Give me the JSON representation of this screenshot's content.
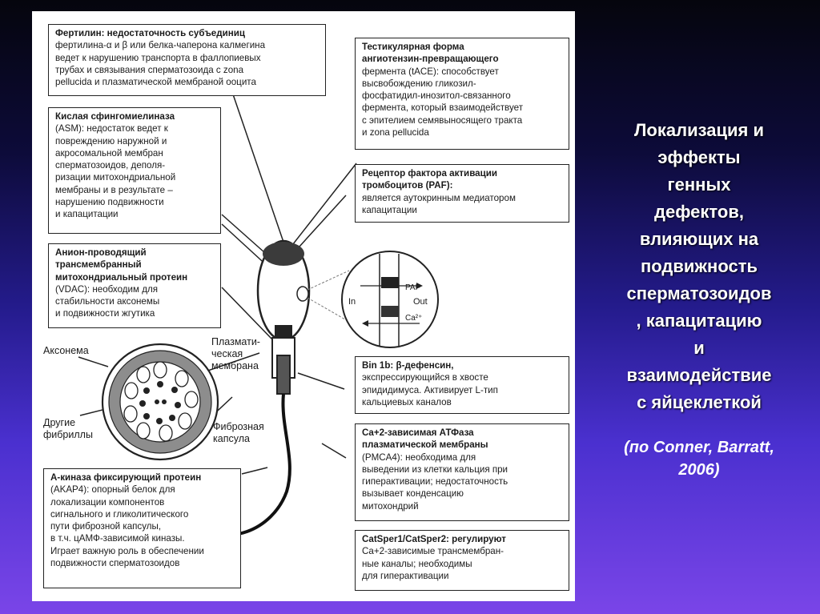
{
  "diagram": {
    "boxes": {
      "fertilin": {
        "title": "Фертилин:",
        "lines": [
          "Фертилин: недостаточность субъединиц",
          "фертилина-α и β или белка-чаперона калмегина",
          "ведет к нарушению транспорта в фаллопиевых",
          "трубах и связывания сперматозоида с zona",
          "pellucida и плазматической мембраной ооцита"
        ]
      },
      "asm": {
        "title": "Кислая сфингомиелиназа",
        "lines": [
          "Кислая сфингомиелиназа",
          "(ASM): недостаток ведет к",
          "повреждению наружной и",
          "акросомальной мембран",
          "сперматозоидов, деполя-",
          "ризации митохондриальной",
          "мембраны и в результате –",
          "нарушению подвижности",
          "и капацитации"
        ]
      },
      "vdac": {
        "title": "Анион-проводящий",
        "lines": [
          "Анион-проводящий",
          "трансмембранный",
          "митохондриальный протеин",
          "(VDAC): необходим для",
          "стабильности аксонемы",
          "и подвижности жгутика"
        ]
      },
      "akap4": {
        "title": "А-киназа фиксирующий протеин",
        "lines": [
          "А-киназа фиксирующий протеин",
          "(AKAP4): опорный белок для",
          "локализации компонентов",
          "сигнального и гликолитического",
          "пути фиброзной капсулы,",
          "в т.ч. цАМФ-зависимой киназы.",
          "Играет важную роль в обеспечении",
          "подвижности сперматозоидов"
        ]
      },
      "tace": {
        "title": "Тестикулярная форма",
        "lines": [
          "Тестикулярная форма",
          "ангиотензин-превращающего",
          "фермента (tACE): способствует",
          "высвобождению гликозил-",
          "фосфатидил-инозитол-связанного",
          "фермента, который взаимодействует",
          "с эпителием семявыносящего тракта",
          "и zona pellucida"
        ]
      },
      "paf": {
        "title": "Рецептор фактора активации",
        "lines": [
          "Рецептор фактора активации",
          "тромбоцитов (PAF):",
          "является аутокринным медиатором",
          "капацитации"
        ]
      },
      "bin1b": {
        "title": "Bin 1b:",
        "lines": [
          "Bin 1b: β-дефенсин,",
          "экспрессирующийся в хвосте",
          "эпидидимуса. Активирует L-тип",
          "кальциевых каналов"
        ]
      },
      "pmca4": {
        "title": "Ca+2-зависимая АТФаза",
        "lines": [
          "Ca+2-зависимая АТФаза",
          "плазматической мембраны",
          "(PMCA4): необходима для",
          "выведении из клетки кальция при",
          "гиперактивации; недостаточность",
          "вызывает конденсацию",
          "митохондрий"
        ]
      },
      "catsper": {
        "title": "CatSper1/CatSper2:",
        "lines": [
          "CatSper1/CatSper2: регулируют",
          "Ca+2-зависимые трансмембран-",
          "ные каналы; необходимы",
          "для гиперактивации"
        ]
      }
    },
    "labels": {
      "axoneme": "Аксонема",
      "other_fibrils_1": "Другие",
      "other_fibrils_2": "фибриллы",
      "plasma_membrane_1": "Плазмати-",
      "plasma_membrane_2": "ческая",
      "plasma_membrane_3": "мембрана",
      "fibrous_capsule_1": "Фиброзная",
      "fibrous_capsule_2": "капсула",
      "inset_in": "In",
      "inset_out": "Out",
      "inset_paf": "PAF",
      "inset_ca": "Ca²⁺"
    }
  },
  "side": {
    "title_lines": [
      "Локализация и",
      "эффекты",
      "генных",
      "дефектов,",
      "влияющих на",
      "подвижность",
      "сперматозоидов",
      ", капацитацию",
      "и",
      "взаимодействие",
      "с яйцеклеткой"
    ],
    "credit_lines": [
      "(по Conner, Barratt,",
      "2006)"
    ]
  },
  "colors": {
    "background_top": "#05050d",
    "background_bottom": "#7a45e8",
    "figure_bg": "#ffffff",
    "ink": "#1b1b1b",
    "side_text": "#ffffff"
  }
}
